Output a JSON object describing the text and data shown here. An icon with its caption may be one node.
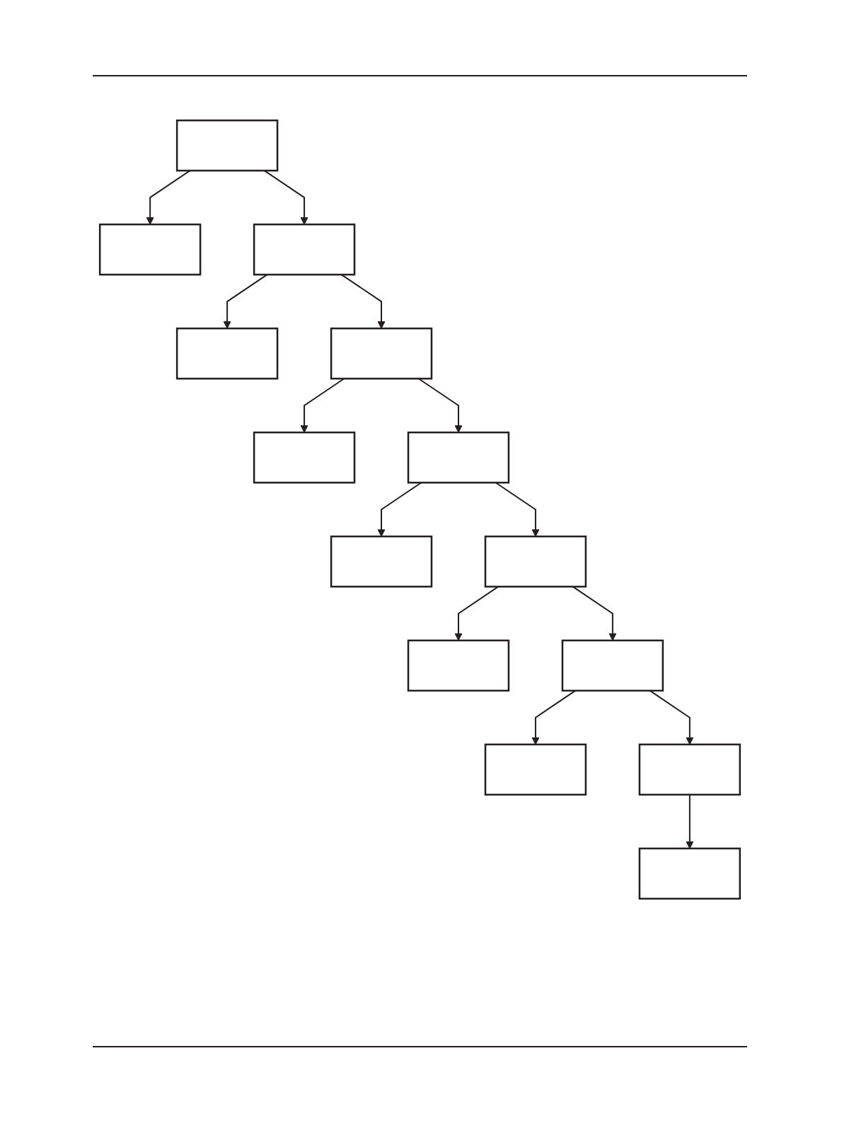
{
  "diagram": {
    "nodes": [
      {
        "text": [],
        "shape": "box"
      },
      {
        "text": [],
        "shape": "box"
      },
      {
        "text": [],
        "shape": "box"
      },
      {
        "text": [],
        "shape": "box"
      },
      {
        "text": [],
        "shape": "box"
      },
      {
        "text": [],
        "shape": "box"
      },
      {
        "text": [],
        "shape": "box"
      },
      {
        "text": [],
        "shape": "box"
      },
      {
        "text": [],
        "shape": "box"
      },
      {
        "text": [],
        "shape": "box"
      },
      {
        "text": [],
        "shape": "box"
      },
      {
        "text": [],
        "shape": "box"
      },
      {
        "text": [],
        "shape": "box"
      },
      {
        "text": [],
        "shape": "box"
      }
    ],
    "edges": [
      {
        "from": 0,
        "to": 1,
        "arrow": "to"
      },
      {
        "from": 0,
        "to": 2,
        "arrow": "to"
      },
      {
        "from": 2,
        "to": 3,
        "arrow": "to"
      },
      {
        "from": 2,
        "to": 4,
        "arrow": "to"
      },
      {
        "from": 4,
        "to": 5,
        "arrow": "to"
      },
      {
        "from": 4,
        "to": 6,
        "arrow": "to"
      },
      {
        "from": 6,
        "to": 7,
        "arrow": "to"
      },
      {
        "from": 6,
        "to": 8,
        "arrow": "to"
      },
      {
        "from": 8,
        "to": 9,
        "arrow": "to"
      },
      {
        "from": 8,
        "to": 10,
        "arrow": "to"
      },
      {
        "from": 10,
        "to": 11,
        "arrow": "to"
      },
      {
        "from": 10,
        "to": 12,
        "arrow": "to"
      },
      {
        "from": 12,
        "to": 13,
        "arrow": "to"
      }
    ]
  }
}
